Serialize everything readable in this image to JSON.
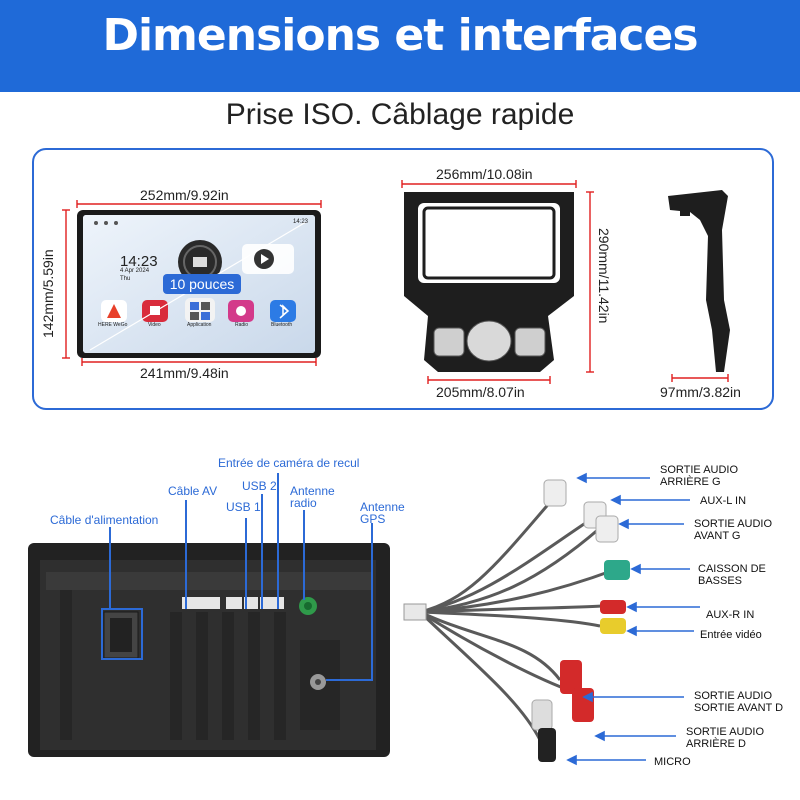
{
  "header": {
    "title": "Dimensions et interfaces",
    "subtitle": "Prise ISO. Câblage rapide"
  },
  "dimensions": {
    "screen_top": "252mm/9.92in",
    "screen_bottom": "241mm/9.48in",
    "screen_side": "142mm/5.59in",
    "frame_top": "256mm/10.08in",
    "frame_bottom": "205mm/8.07in",
    "frame_side": "290mm/11.42in",
    "bracket_bottom": "97mm/3.82in"
  },
  "screen_ui": {
    "time": "14:23",
    "date": "4 Apr 2024",
    "day": "Thu",
    "status_time": "14:23",
    "size_badge": "10 pouces",
    "apps": [
      {
        "label": "HERE WeGo",
        "color": "#e8402a"
      },
      {
        "label": "Video",
        "color": "#d92c3c"
      },
      {
        "label": "Application",
        "color": "#3b6fd8"
      },
      {
        "label": "Radio",
        "color": "#d33a8a"
      },
      {
        "label": "Bluetooth",
        "color": "#2c7be5"
      }
    ]
  },
  "ports": {
    "camera": "Entrée de caméra de recul",
    "av_cable": "Câble AV",
    "usb2": "USB 2",
    "usb1": "USB 1",
    "radio_antenna_1": "Antenne",
    "radio_antenna_2": "radio",
    "gps_antenna_1": "Antenne",
    "gps_antenna_2": "GPS",
    "power": "Câble d'alimentation"
  },
  "wires": {
    "rear_left_1": "SORTIE AUDIO",
    "rear_left_2": "ARRIÈRE G",
    "aux_l": "AUX-L IN",
    "front_left_1": "SORTIE AUDIO",
    "front_left_2": "AVANT G",
    "sub_1": "CAISSON DE",
    "sub_2": "BASSES",
    "aux_r": "AUX-R IN",
    "video_in": "Entrée vidéo",
    "front_right_1": "SORTIE AUDIO",
    "front_right_2": "SORTIE AVANT D",
    "rear_right_1": "SORTIE AUDIO",
    "rear_right_2": "ARRIÈRE D",
    "mic": "MICRO"
  },
  "colors": {
    "banner": "#1f6ad8",
    "accent": "#2c6ad6",
    "dimension_line": "#e02020"
  }
}
